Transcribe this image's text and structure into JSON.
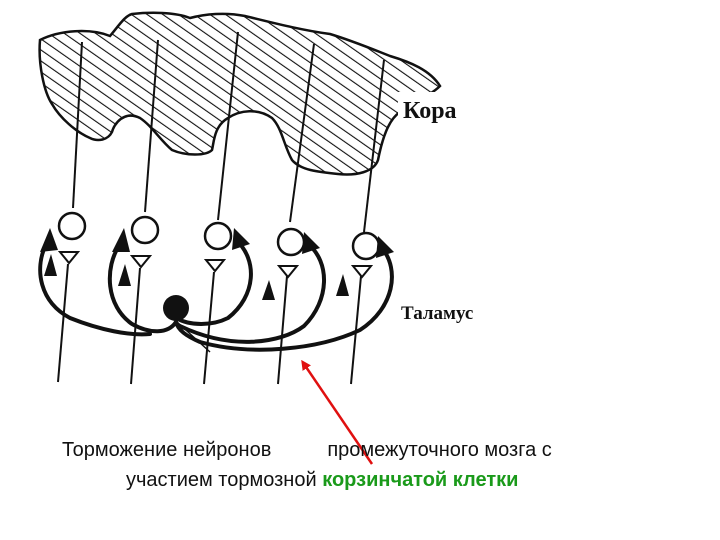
{
  "labels": {
    "cortex": "Кора",
    "thalamus": "Таламус"
  },
  "caption": {
    "line1_part1": "Торможение нейронов",
    "line1_part2": "промежуточного мозга с",
    "line2_plain": "участием тормозной",
    "line2_highlight": "корзинчатой клетки"
  },
  "colors": {
    "ink": "#111111",
    "pointer_arrow": "#e01010",
    "highlight_text": "#1a9a1a"
  }
}
